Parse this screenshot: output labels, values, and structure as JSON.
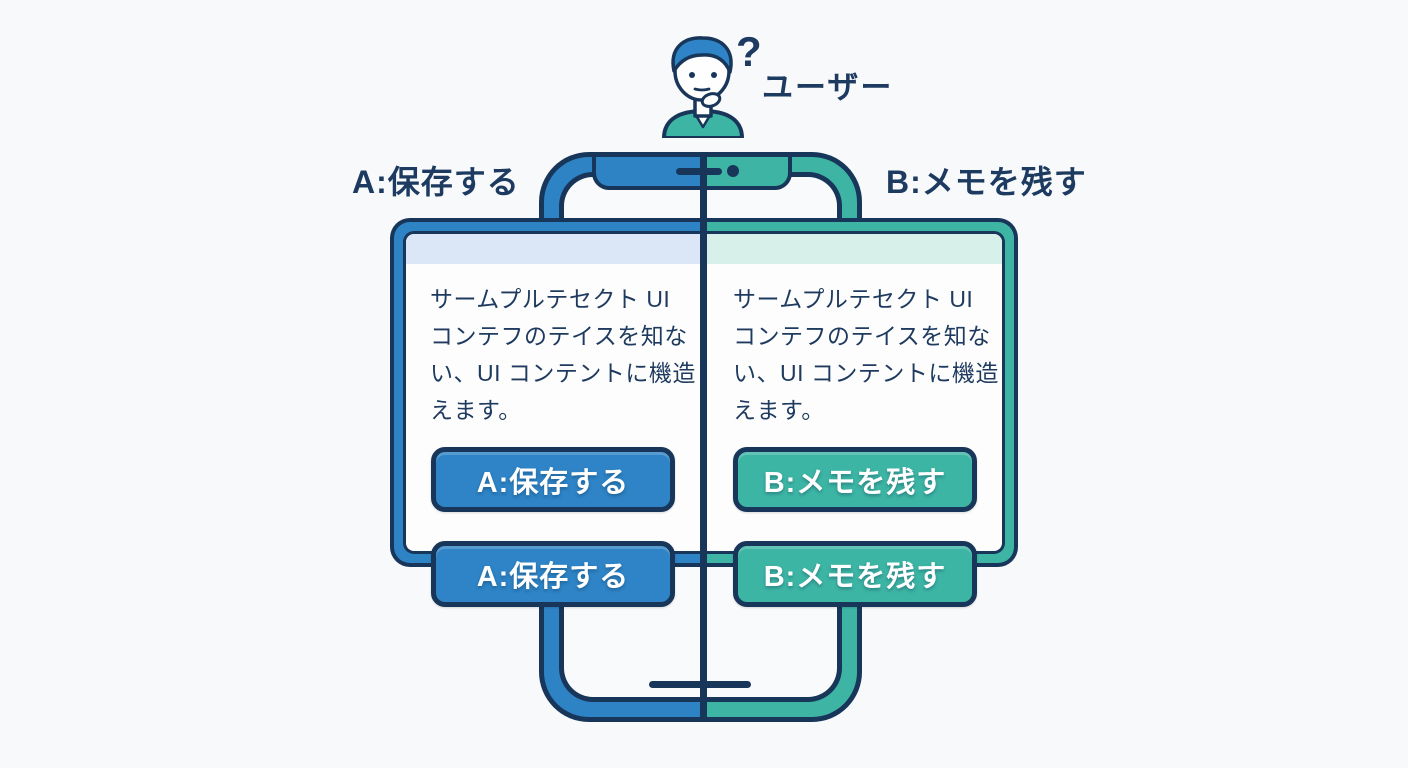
{
  "colors": {
    "background": "#f8f9fa",
    "navy_outline": "#173659",
    "blue_accent": "#2e84c6",
    "teal_accent": "#3db5a5",
    "header_blue": "#dbe7f6",
    "header_mint": "#d7f0e9",
    "text_navy": "#1e3a5f",
    "button_text": "#ffffff"
  },
  "user": {
    "label": "ユーザー",
    "question_mark": "?",
    "icon": "thinking-person-icon"
  },
  "option_a": {
    "label": "A:保存する",
    "body_lines": [
      "サームプルテセクト UI",
      "コンテフのテイスを知な",
      "い、UI コンテントに機造",
      "えます。"
    ],
    "buttons": [
      "A:保存する",
      "A:保存する"
    ]
  },
  "option_b": {
    "label": "B:メモを残す",
    "body_lines": [
      "サームプルテセクト UI",
      "コンテフのテイスを知な",
      "い、UI コンテントに機造",
      "えます。"
    ],
    "buttons": [
      "B:メモを残す",
      "B:メモを残す"
    ]
  }
}
